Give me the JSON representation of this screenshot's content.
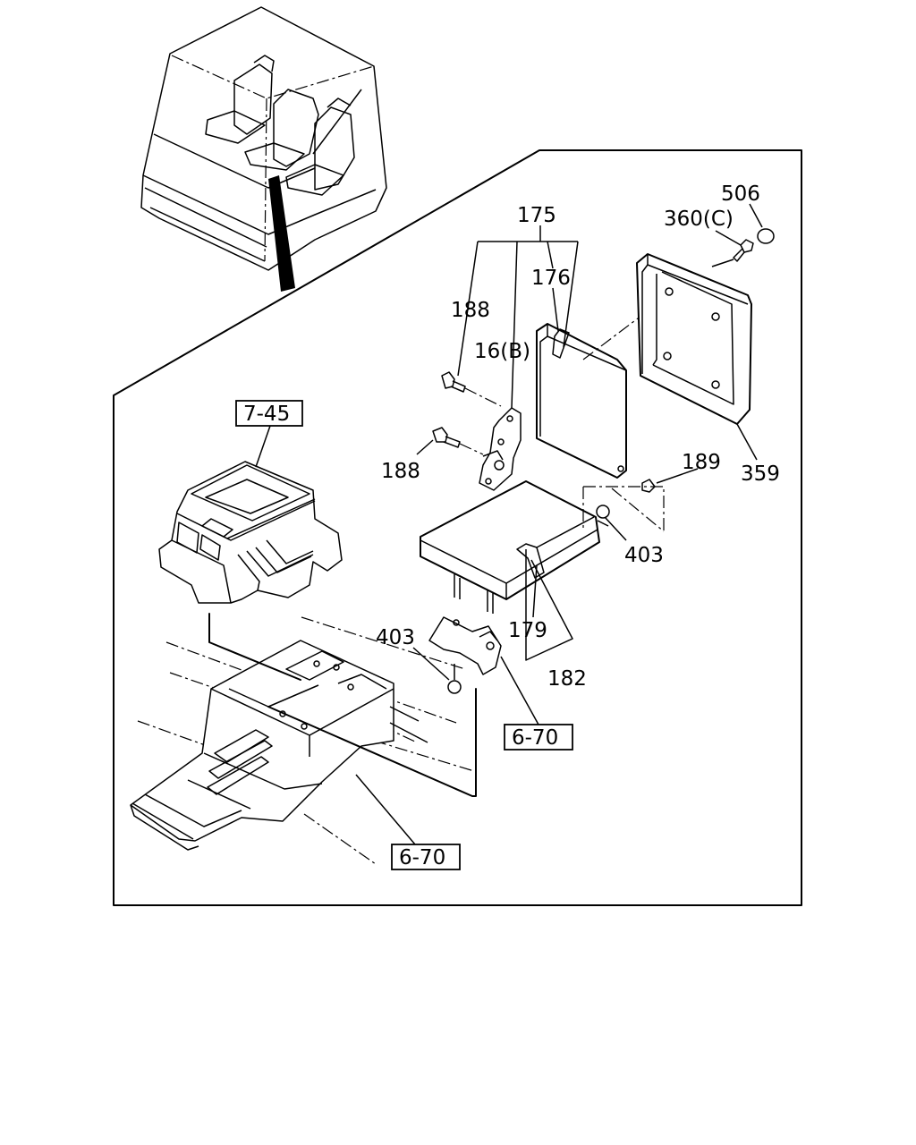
{
  "labels": {
    "p175": "175",
    "p176": "176",
    "p188a": "188",
    "p16b": "16(B)",
    "p188b": "188",
    "p506": "506",
    "p360c": "360(C)",
    "p359": "359",
    "p189": "189",
    "p403a": "403",
    "p403b": "403",
    "p179": "179",
    "p182": "182",
    "ref745": "7-45",
    "ref670a": "6-70",
    "ref670b": "6-70"
  }
}
